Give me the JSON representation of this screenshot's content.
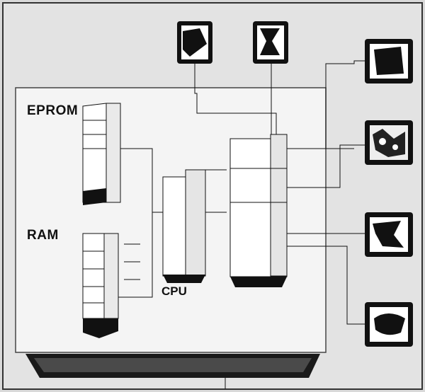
{
  "labels": {
    "eprom": "EPROM",
    "ram": "RAM",
    "cpu": "CPU"
  },
  "colors": {
    "panel": "#f2f2f2",
    "ink": "#111111",
    "face": "#ffffff",
    "side": "#1a1a1a"
  }
}
